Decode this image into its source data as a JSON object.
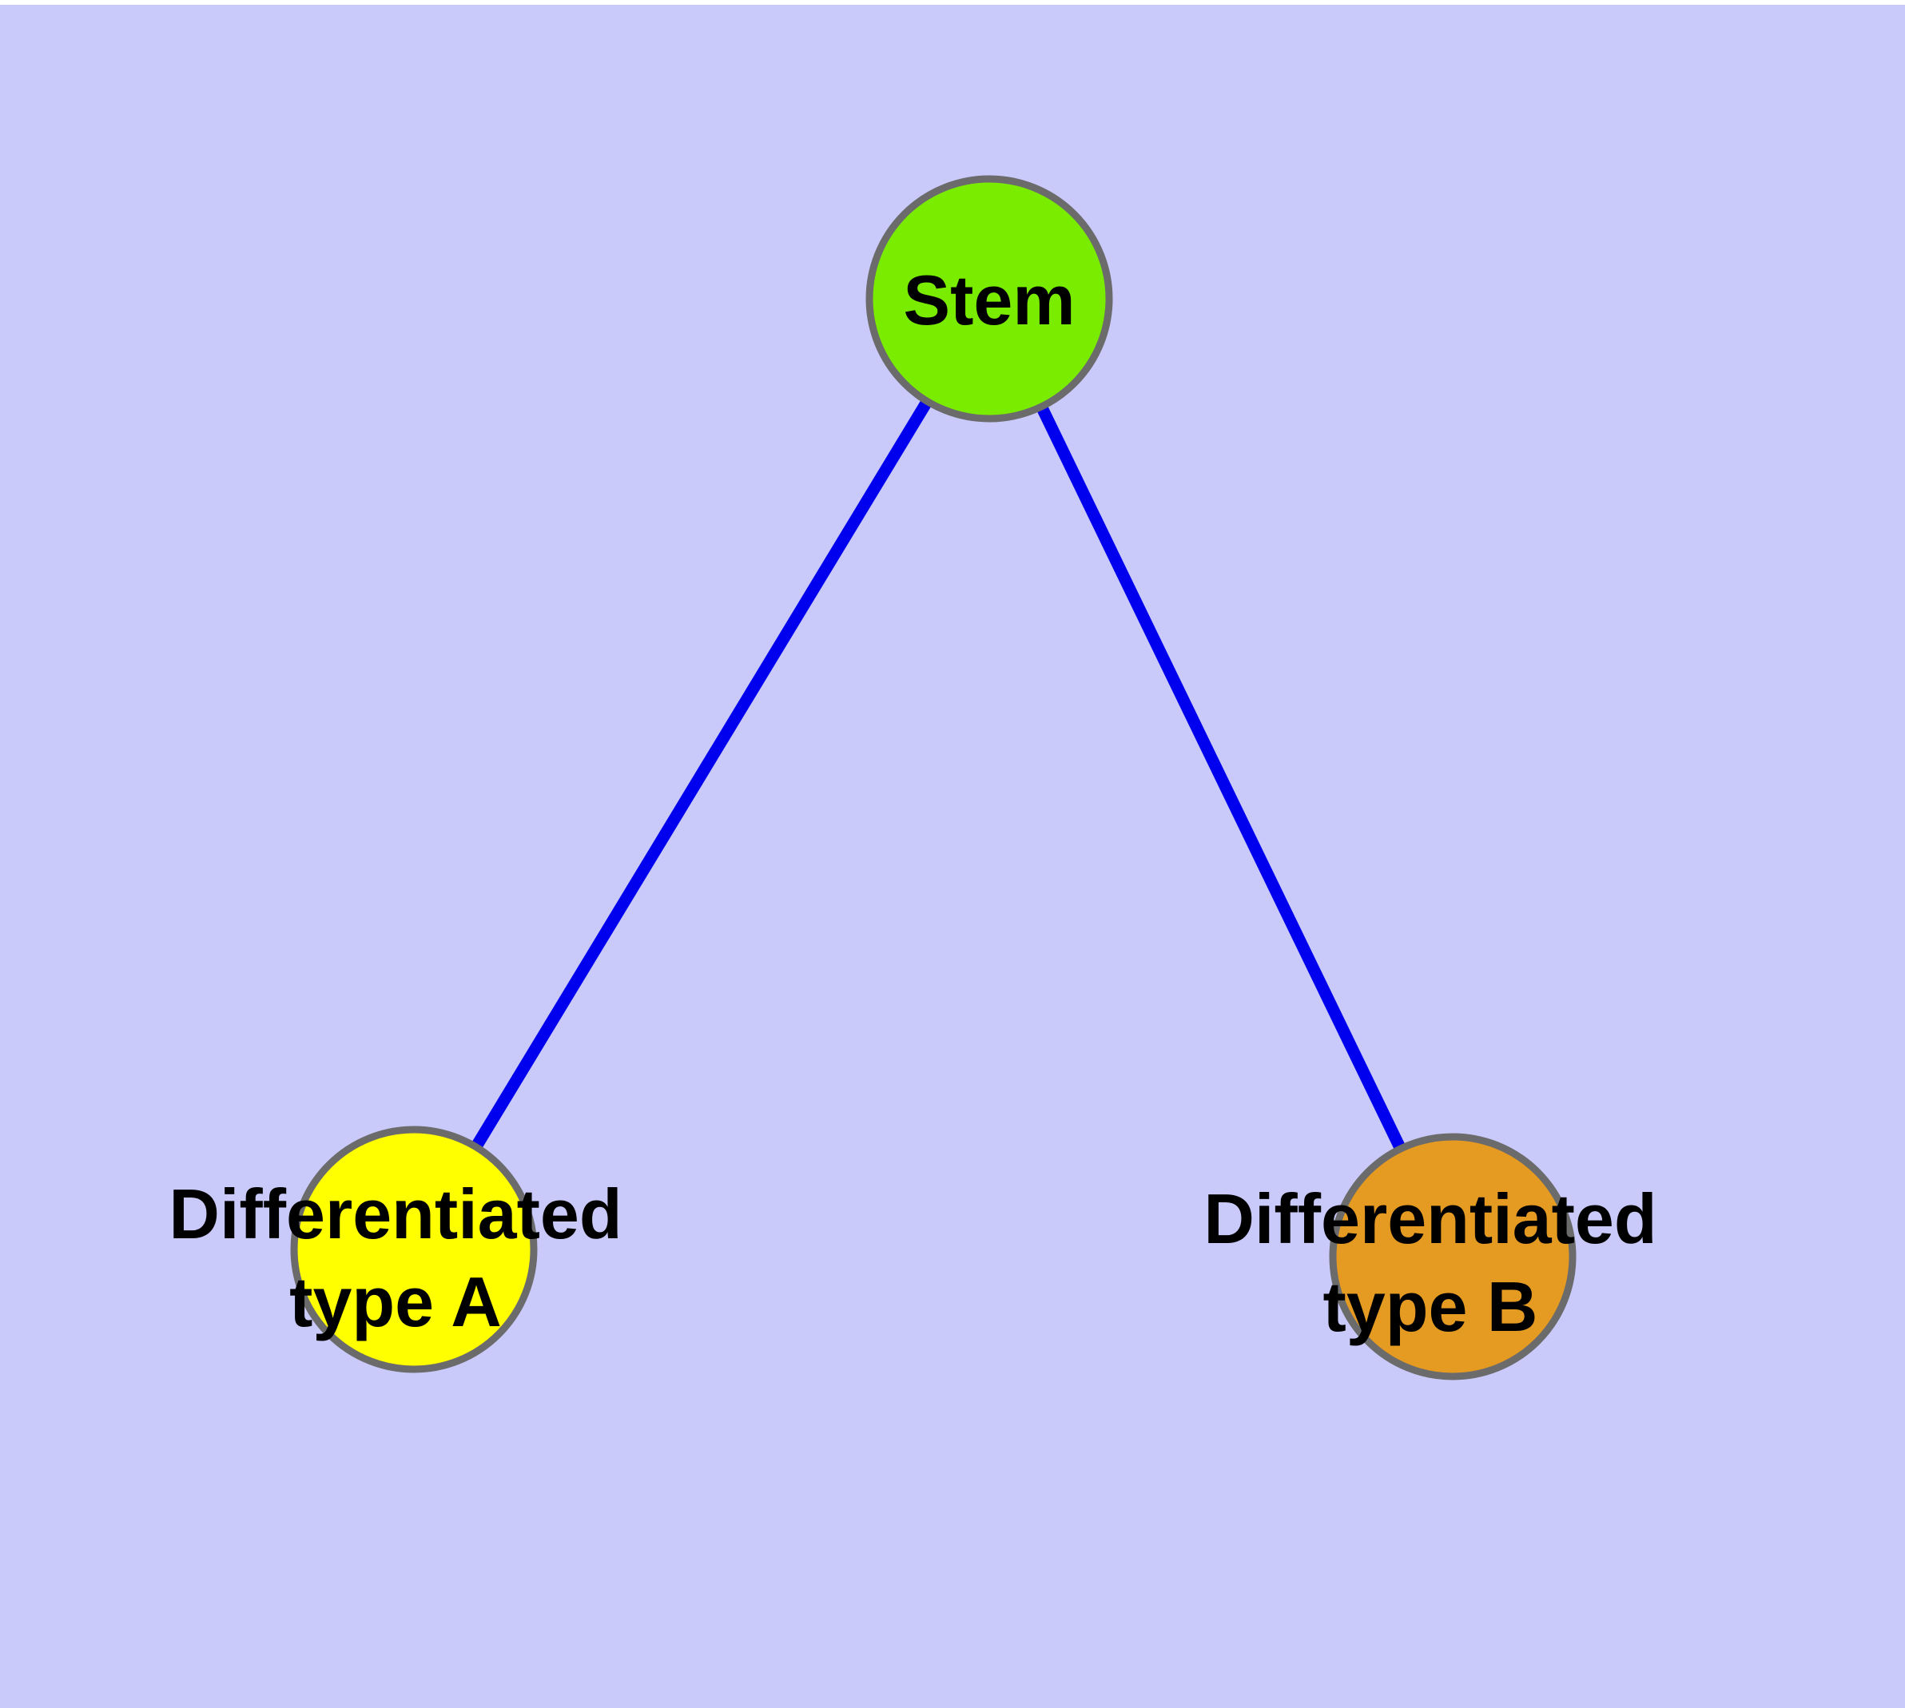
{
  "page": {
    "top_margin_color": "#ffffff",
    "canvas_color": "#CACAFA"
  },
  "diagram": {
    "type": "graph",
    "description": "Cell differentiation hierarchy: a stem node connected to two differentiated cell type nodes",
    "edge_color": "#0000EE",
    "node_border_color": "#6B6B6B",
    "label_color": "#000000",
    "nodes": [
      {
        "id": "stem",
        "label": "Stem",
        "fill": "#7AEC00"
      },
      {
        "id": "diff-a",
        "label_line1": "Differentiated",
        "label_line2": "type A",
        "fill": "#FFFF00"
      },
      {
        "id": "diff-b",
        "label_line1": "Differentiated",
        "label_line2": "type B",
        "fill": "#E59A22"
      }
    ],
    "edges": [
      {
        "from": "Stem",
        "to": "Differentiated type A"
      },
      {
        "from": "Stem",
        "to": "Differentiated type B"
      }
    ]
  }
}
